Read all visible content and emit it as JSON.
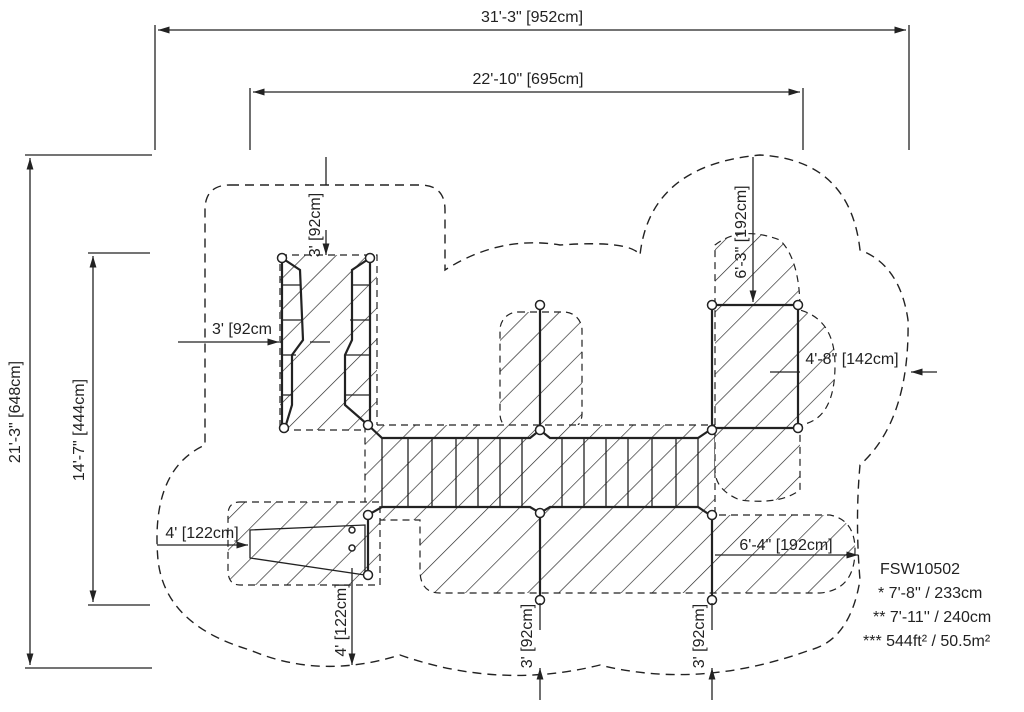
{
  "overall": {
    "width_label": "31'-3\" [952cm]",
    "height_label": "21'-3\" [648cm]"
  },
  "dimensions": {
    "inner_width": "22'-10\" [695cm]",
    "inner_height": "14'-7\" [444cm]",
    "clear_top_left": "3' [92cm]",
    "clear_left_ladder": "3' [92cm",
    "clear_top_right": "6'-3\" [192cm]",
    "clear_right": "4'-8\" [142cm]",
    "clear_left_bottom": "4' [122cm]",
    "clear_bottom_left": "4' [122cm]",
    "clear_bottom_right": "6'-4\" [192cm]",
    "clear_bottom_center": "3' [92cm]",
    "clear_bottom_right2": "3' [92cm]"
  },
  "info": {
    "model": "FSW10502",
    "line1": "* 7'-8'' / 233cm",
    "line2": "** 7'-11'' / 240cm",
    "line3": "*** 544ft² / 50.5m²"
  }
}
